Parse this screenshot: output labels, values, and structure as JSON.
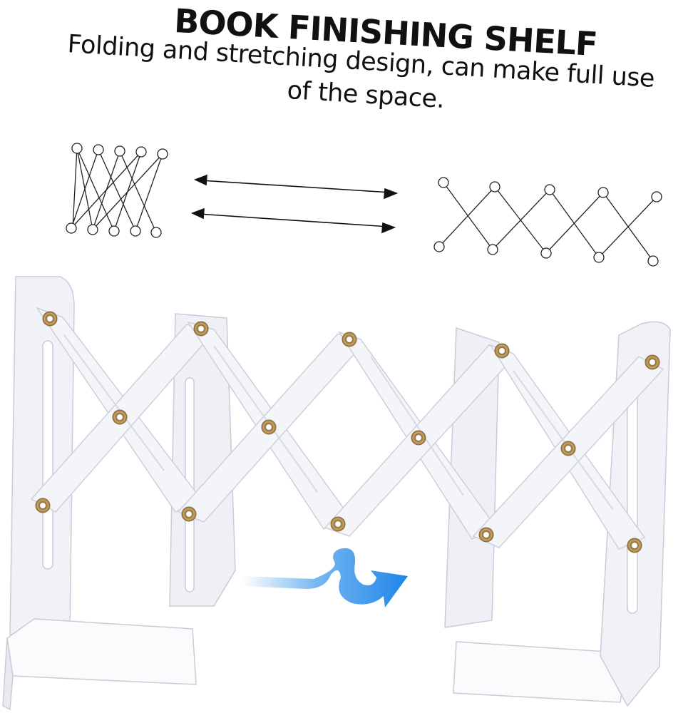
{
  "heading": {
    "title": "BOOK FINISHING SHELF",
    "subtitle_line1": "Folding and stretching design, can make full use",
    "subtitle_line2": "of the space."
  },
  "illustration": {
    "folded_diagram": "scissor-linkage-folded",
    "expanded_diagram": "scissor-linkage-expanded",
    "arrows": [
      "double-arrow-top",
      "double-arrow-bottom"
    ],
    "product": "white-expandable-bookend-shelf",
    "motion_arrow": "blue-wavy-arrow"
  },
  "colors": {
    "metal": "#eef0f6",
    "metal_shade": "#d6d9e3",
    "rivet": "#b8955a",
    "arrow_blue": "#1e86e8",
    "text": "#111111"
  }
}
